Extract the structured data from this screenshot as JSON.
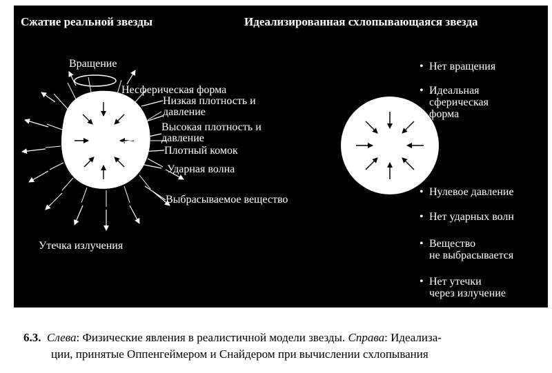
{
  "figure": {
    "left_heading": "Сжатие реальной звезды",
    "right_heading": "Идеализированная схлопывающаяся звезда",
    "left_labels": {
      "rotation": "Вращение",
      "nonspherical": "Несферическая форма",
      "low_density": [
        "Низкая плотность и",
        "давление"
      ],
      "high_density": [
        "Высокая плотность и",
        "давление"
      ],
      "dense_clump": "Плотный комок",
      "shock_wave": "Ударная волна",
      "ejected_matter": "Выбрасываемое вещество",
      "radiation_leak": "Утечка излучения"
    },
    "right_bullets": [
      {
        "text": "Нет вращения"
      },
      {
        "text": "Идеальная\nсферическая\nформа"
      },
      {
        "text": "Нулевое давление"
      },
      {
        "text": "Нет ударных волн"
      },
      {
        "text": "Вещество\nне выбрасывается"
      },
      {
        "text": "Нет утечки\nчерез излучение"
      }
    ],
    "bullet_symbol": "•",
    "colors": {
      "background": "#000000",
      "foreground": "#ffffff",
      "star": "#ffffff"
    }
  },
  "caption": {
    "number": "6.3.",
    "left_word": "Слева",
    "left_text": ": Физические явления в реалистичной модели звезды. ",
    "right_word": "Справа",
    "right_text": ": Идеализа-",
    "line2": "ции, принятые Оппенгеймером и Снайдером при вычислении схлопывания"
  }
}
